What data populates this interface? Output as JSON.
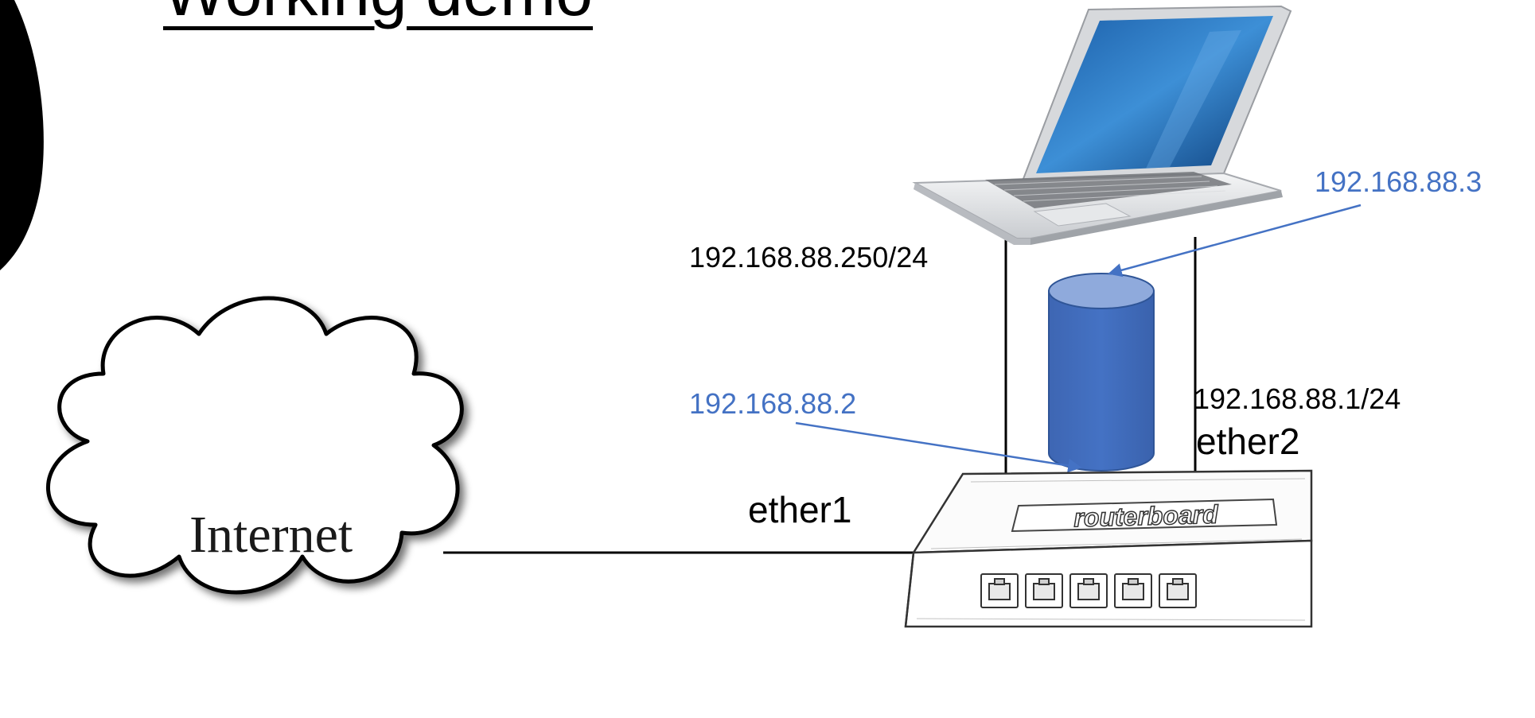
{
  "slide": {
    "title": "Working demo"
  },
  "cloud": {
    "label": "Internet"
  },
  "router": {
    "logo_text": "routerboard",
    "port_count": 5,
    "ports": [
      {
        "label": "ether1"
      },
      {
        "label": "ether2"
      }
    ]
  },
  "labels": {
    "router_ip_left": "192.168.88.250/24",
    "router_ip_right": "192.168.88.1/24",
    "laptop_ip": "192.168.88.3",
    "device_ip": "192.168.88.2"
  },
  "colors": {
    "blue_label": "#4472c4",
    "cylinder_fill": "#4472c4",
    "cylinder_top": "#8faadc",
    "cylinder_stroke": "#2f5597",
    "line": "#000000"
  }
}
